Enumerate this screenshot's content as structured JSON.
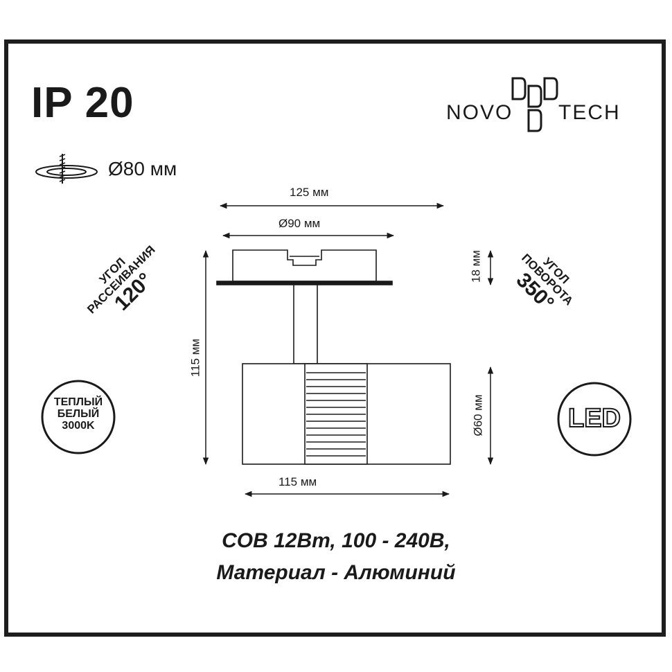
{
  "rating": "IP 20",
  "brand": {
    "name_left": "NOVO",
    "name_right": "TECH"
  },
  "cutout": {
    "label": "Ø80 мм",
    "icon": "cutout-disc-icon"
  },
  "dimensions": {
    "width_top": "125 мм",
    "diameter_top": "Ø90 мм",
    "height_total": "115 мм",
    "height_base": "18 мм",
    "diameter_head": "Ø60 мм",
    "width_bottom": "115 мм"
  },
  "beam_angle": {
    "line1": "УГОЛ",
    "line2": "РАССЕИВАНИЯ",
    "value": "120°"
  },
  "rotation_angle": {
    "line1": "УГОЛ",
    "line2": "ПОВОРОТА",
    "value": "350°"
  },
  "color_badge": {
    "line1": "ТЕПЛЫЙ",
    "line2": "БЕЛЫЙ",
    "line3": "3000K"
  },
  "led_badge": {
    "label": "LED"
  },
  "specs": {
    "line1": "COB 12Вт, 100 - 240В,",
    "line2": "Материал - Алюминий"
  },
  "colors": {
    "ink": "#1a1a1a",
    "frame": "#1e1e1e",
    "background": "#ffffff"
  }
}
